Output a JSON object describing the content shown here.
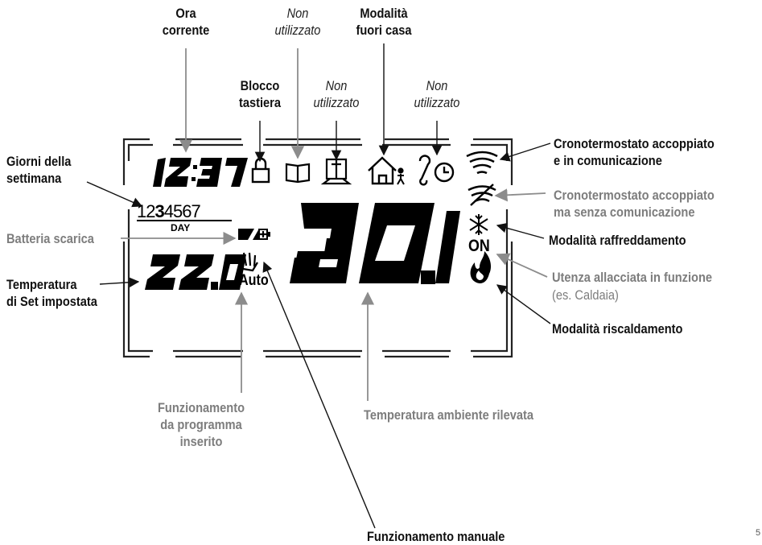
{
  "display": {
    "clock": "12:37",
    "set_temperature": "22.0",
    "room_temperature": "20. 1",
    "days_digits": [
      "1",
      "2",
      "3",
      "4",
      "5",
      "6",
      "7"
    ],
    "active_day": "3",
    "day_label": "DAY",
    "auto_label": "Auto",
    "on_label": "ON"
  },
  "labels": {
    "ora_corrente": [
      "Ora",
      "corrente"
    ],
    "non_utilizzato_book": [
      "Non",
      "utilizzato"
    ],
    "modalita_fuori_casa": [
      "Modalità",
      "fuori casa"
    ],
    "blocco_tastiera": [
      "Blocco",
      "tastiera"
    ],
    "non_utilizzato_window": [
      "Non",
      "utilizzato"
    ],
    "non_utilizzato_timer": [
      "Non",
      "utilizzato"
    ],
    "giorni_settimana": [
      "Giorni della",
      "settimana"
    ],
    "batteria_scarica": "Batteria scarica",
    "temperatura_set": [
      "Temperatura",
      "di Set impostata"
    ],
    "crono_comunicazione": [
      "Cronotermostato accoppiato",
      "e in comunicazione"
    ],
    "crono_senza_comunicazione": [
      "Cronotermostato accoppiato",
      "ma senza comunicazione"
    ],
    "modalita_raffreddamento": "Modalità raffreddamento",
    "utenza_allacciata": "Utenza allacciata in funzione",
    "es_caldaia": "(es. Caldaia)",
    "modalita_riscaldamento": "Modalità riscaldamento",
    "funzionamento_programma": [
      "Funzionamento",
      "da programma",
      "inserito"
    ],
    "temperatura_ambiente": "Temperatura ambiente rilevata",
    "funzionamento_manuale": "Funzionamento manuale",
    "page_number": "5"
  },
  "icons": [
    "lock-icon",
    "book-icon",
    "window-icon",
    "house-person-icon",
    "thermo-clock-icon",
    "wireless-connected-icon",
    "wireless-disconnected-icon",
    "battery-low-icon",
    "hand-manual-icon",
    "snowflake-icon",
    "flame-icon"
  ],
  "colors": {
    "lcd": "#000000",
    "label_dark": "#111111",
    "label_gray": "#7d7d7d",
    "leader_gray": "#8c8c8c"
  }
}
